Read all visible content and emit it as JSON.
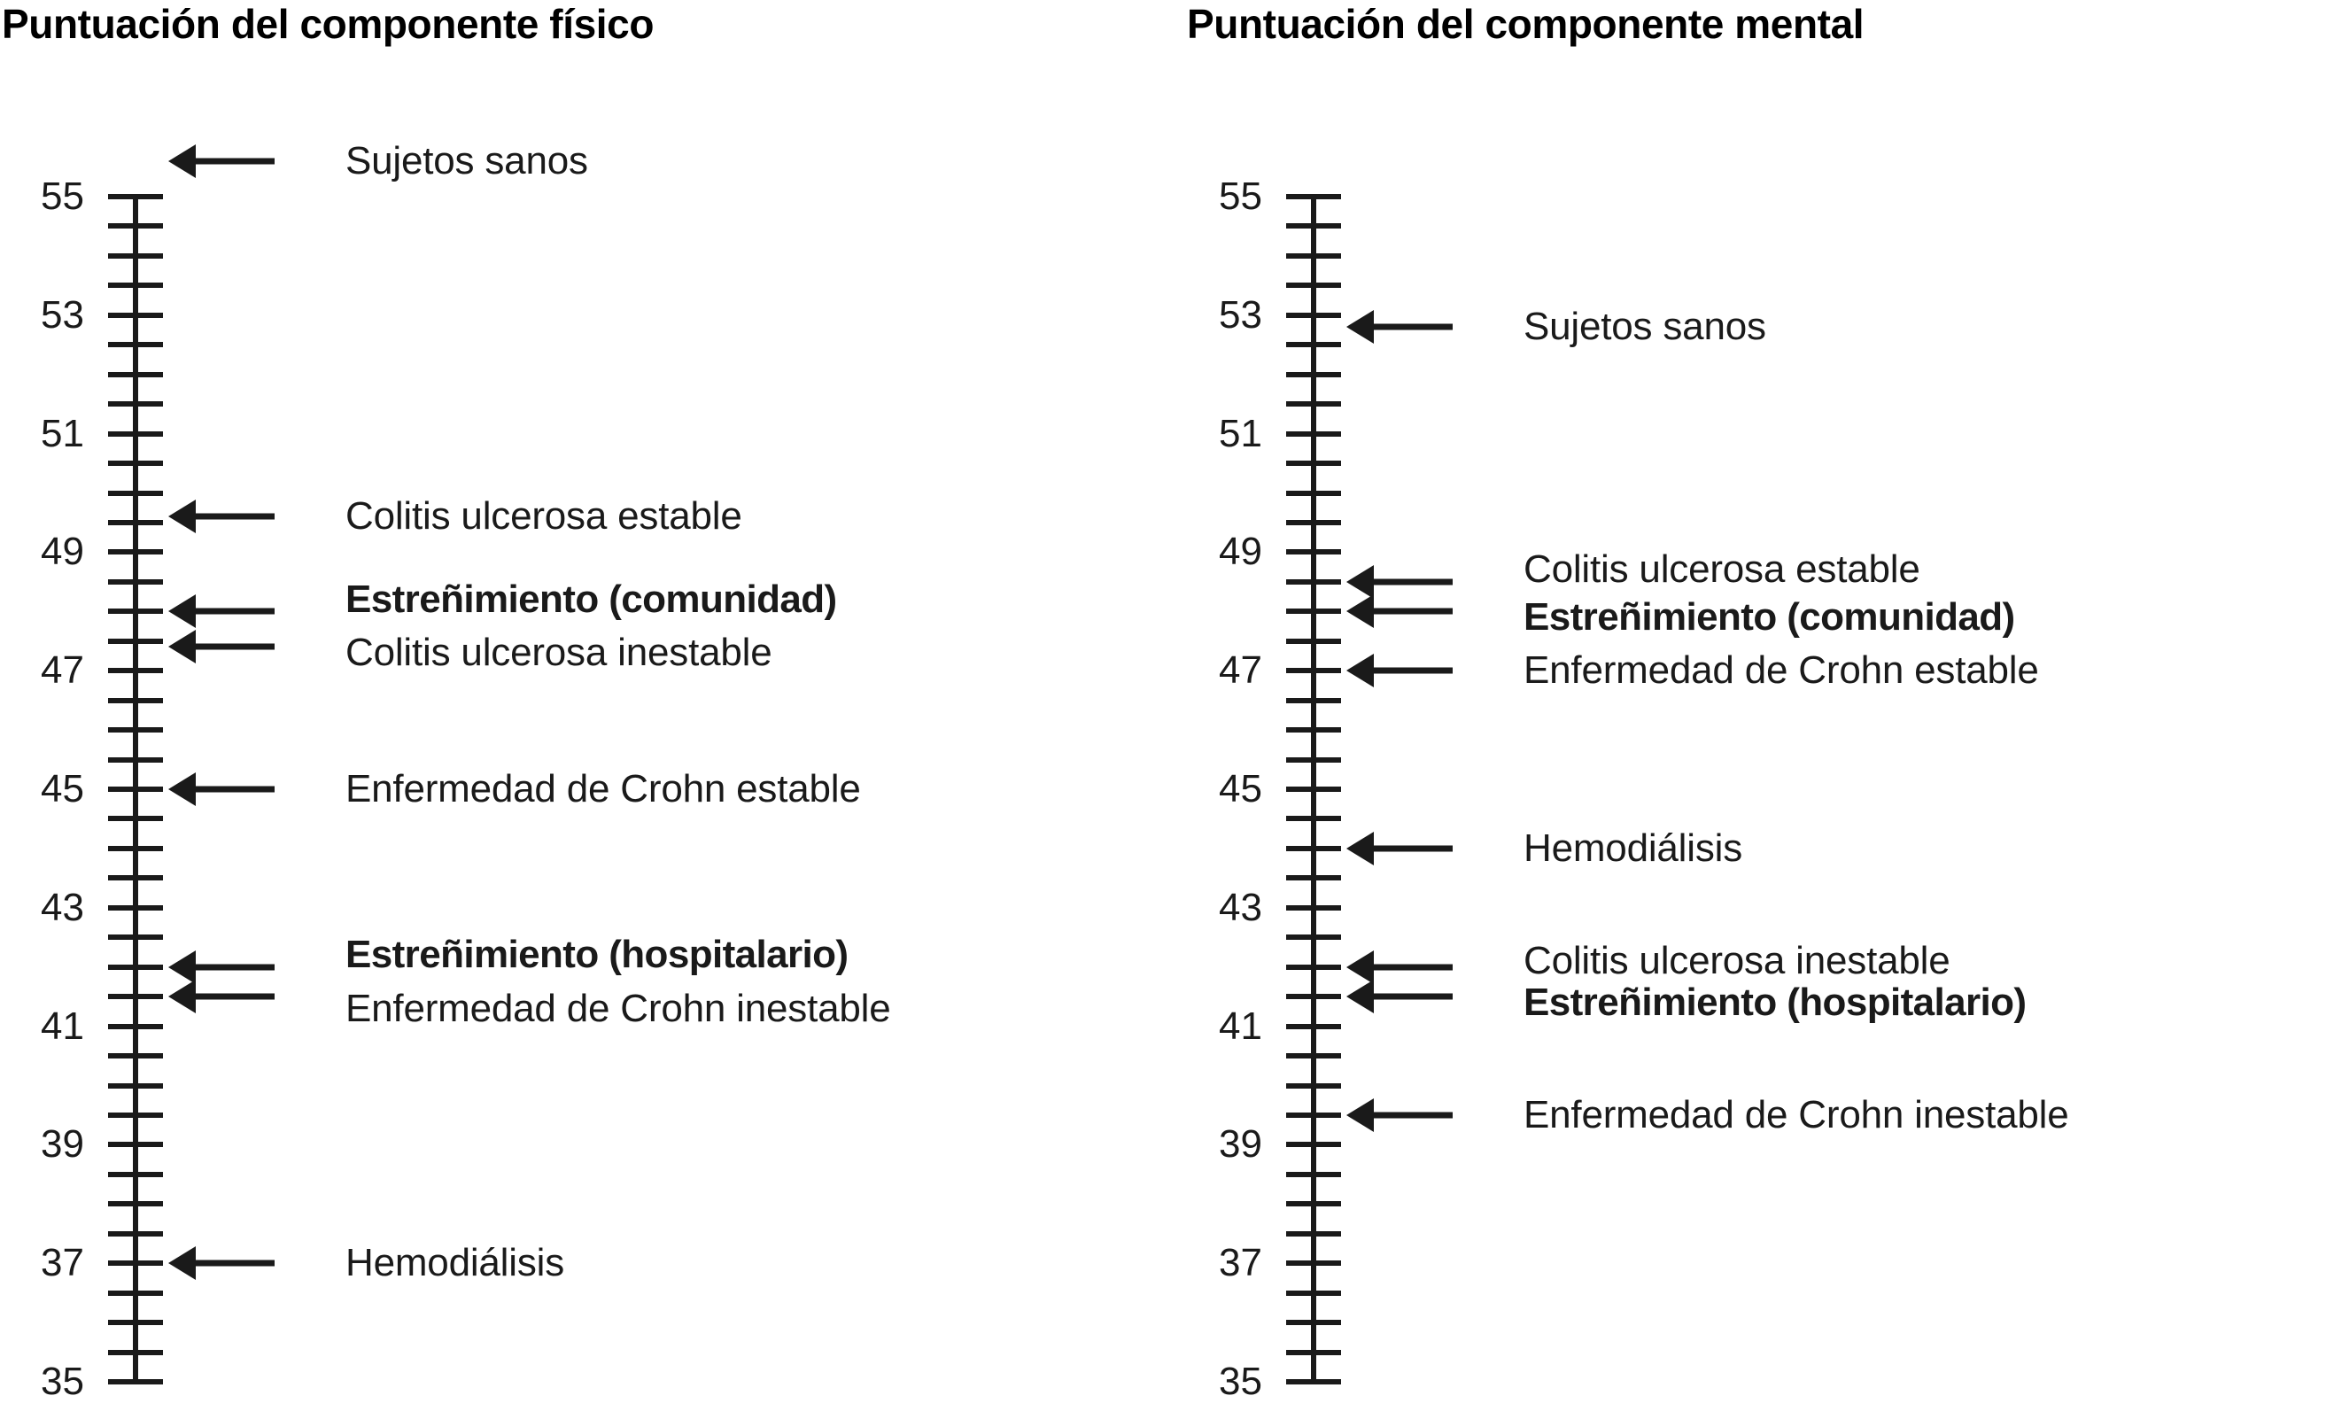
{
  "chart_data": {
    "type": "scatter",
    "title": "",
    "panels": [
      {
        "id": "physical",
        "title": "Puntuación del componente físico",
        "ylabel": "",
        "ylim": [
          35,
          55
        ],
        "ytick_labels": [
          "55",
          "53",
          "51",
          "49",
          "47",
          "45",
          "43",
          "41",
          "39",
          "37",
          "35"
        ],
        "ytick_values": [
          55,
          53,
          51,
          49,
          47,
          45,
          43,
          41,
          39,
          37,
          35
        ],
        "minor_tick_step": 0.5,
        "grid": false,
        "markers": [
          {
            "label": "Sujetos sanos",
            "value": 55.6,
            "bold": false,
            "label_y": 55.6
          },
          {
            "label": "Colitis ulcerosa estable",
            "value": 49.6,
            "bold": false,
            "label_y": 49.6
          },
          {
            "label": "Estreñimiento (comunidad)",
            "value": 48.0,
            "bold": true,
            "label_y": 48.2
          },
          {
            "label": "Colitis ulcerosa inestable",
            "value": 47.4,
            "bold": false,
            "label_y": 47.3
          },
          {
            "label": "Enfermedad de Crohn estable",
            "value": 45.0,
            "bold": false,
            "label_y": 45.0
          },
          {
            "label": "Estreñimiento (hospitalario)",
            "value": 42.0,
            "bold": true,
            "label_y": 42.2
          },
          {
            "label": "Enfermedad de Crohn inestable",
            "value": 41.5,
            "bold": false,
            "label_y": 41.3
          },
          {
            "label": "Hemodiálisis",
            "value": 37.0,
            "bold": false,
            "label_y": 37.0
          }
        ]
      },
      {
        "id": "mental",
        "title": "Puntuación del componente mental",
        "ylabel": "",
        "ylim": [
          35,
          55
        ],
        "ytick_labels": [
          "55",
          "53",
          "51",
          "49",
          "47",
          "45",
          "43",
          "41",
          "39",
          "37",
          "35"
        ],
        "ytick_values": [
          55,
          53,
          51,
          49,
          47,
          45,
          43,
          41,
          39,
          37,
          35
        ],
        "minor_tick_step": 0.5,
        "grid": false,
        "markers": [
          {
            "label": "Sujetos sanos",
            "value": 52.8,
            "bold": false,
            "label_y": 52.8
          },
          {
            "label": "Colitis ulcerosa estable",
            "value": 48.5,
            "bold": false,
            "label_y": 48.7
          },
          {
            "label": "Estreñimiento (comunidad)",
            "value": 48.0,
            "bold": true,
            "label_y": 47.9
          },
          {
            "label": "Enfermedad de Crohn estable",
            "value": 47.0,
            "bold": false,
            "label_y": 47.0
          },
          {
            "label": "Hemodiálisis",
            "value": 44.0,
            "bold": false,
            "label_y": 44.0
          },
          {
            "label": "Colitis ulcerosa inestable",
            "value": 42.0,
            "bold": false,
            "label_y": 42.1
          },
          {
            "label": "Estreñimiento (hospitalario)",
            "value": 41.5,
            "bold": true,
            "label_y": 41.4
          },
          {
            "label": "Enfermedad de Crohn inestable",
            "value": 39.5,
            "bold": false,
            "label_y": 39.5
          }
        ]
      }
    ],
    "colors": {
      "ink": "#1a1a1a",
      "background": "#ffffff"
    }
  }
}
